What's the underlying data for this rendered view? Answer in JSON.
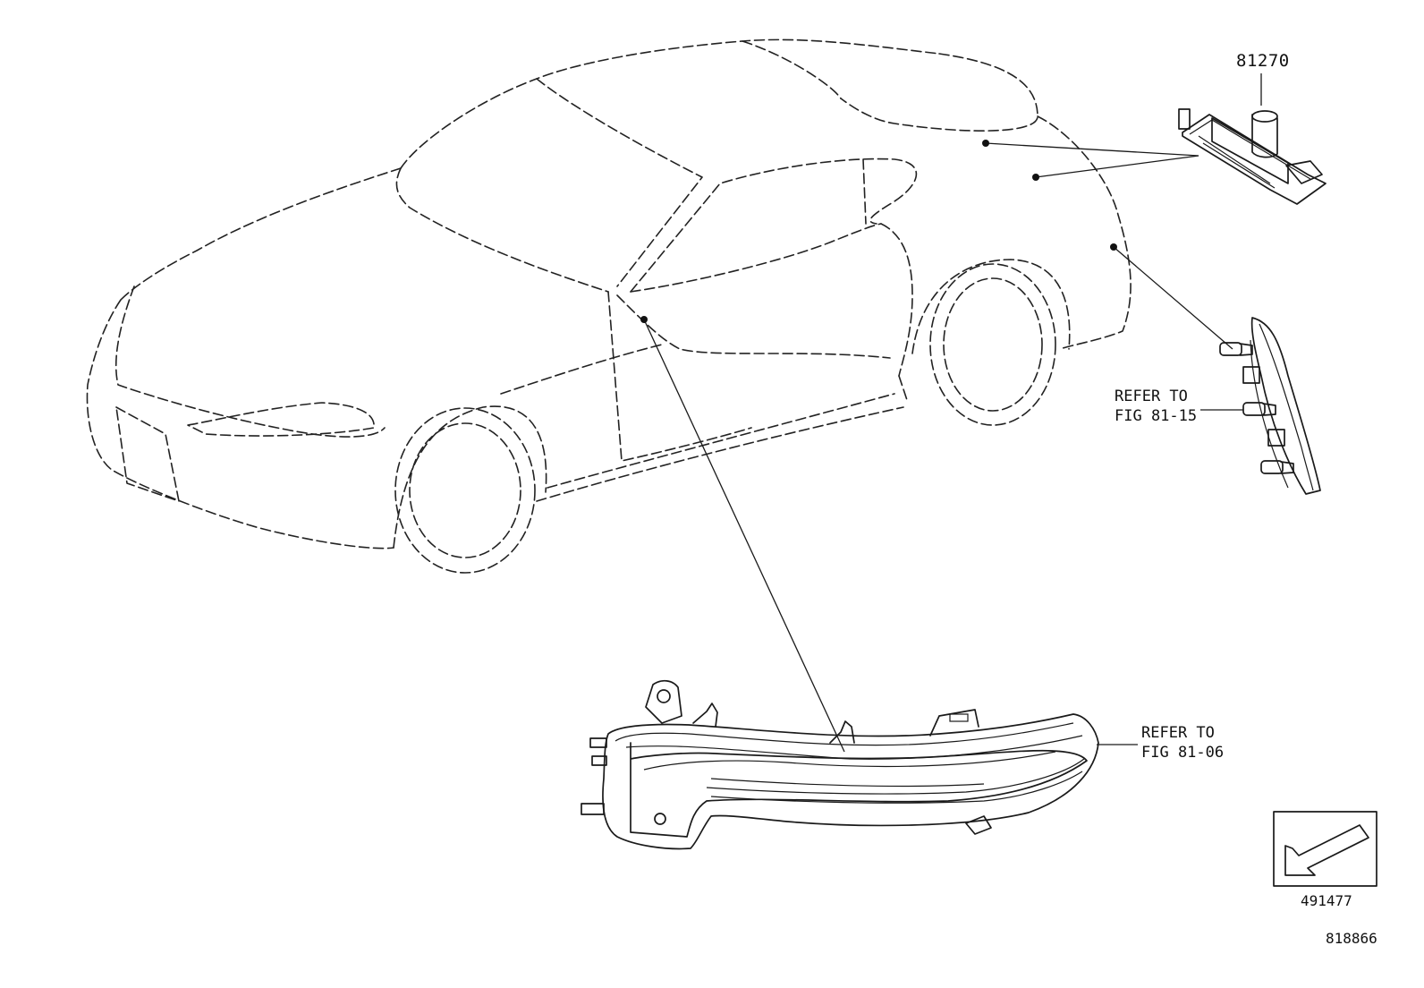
{
  "callouts": {
    "part_number": "81270",
    "refer_rear": {
      "line1": "REFER TO",
      "line2": "FIG 81-15"
    },
    "refer_mirror": {
      "line1": "REFER TO",
      "line2": "FIG 81-06"
    }
  },
  "view_code": "491477",
  "diagram_code": "818866"
}
